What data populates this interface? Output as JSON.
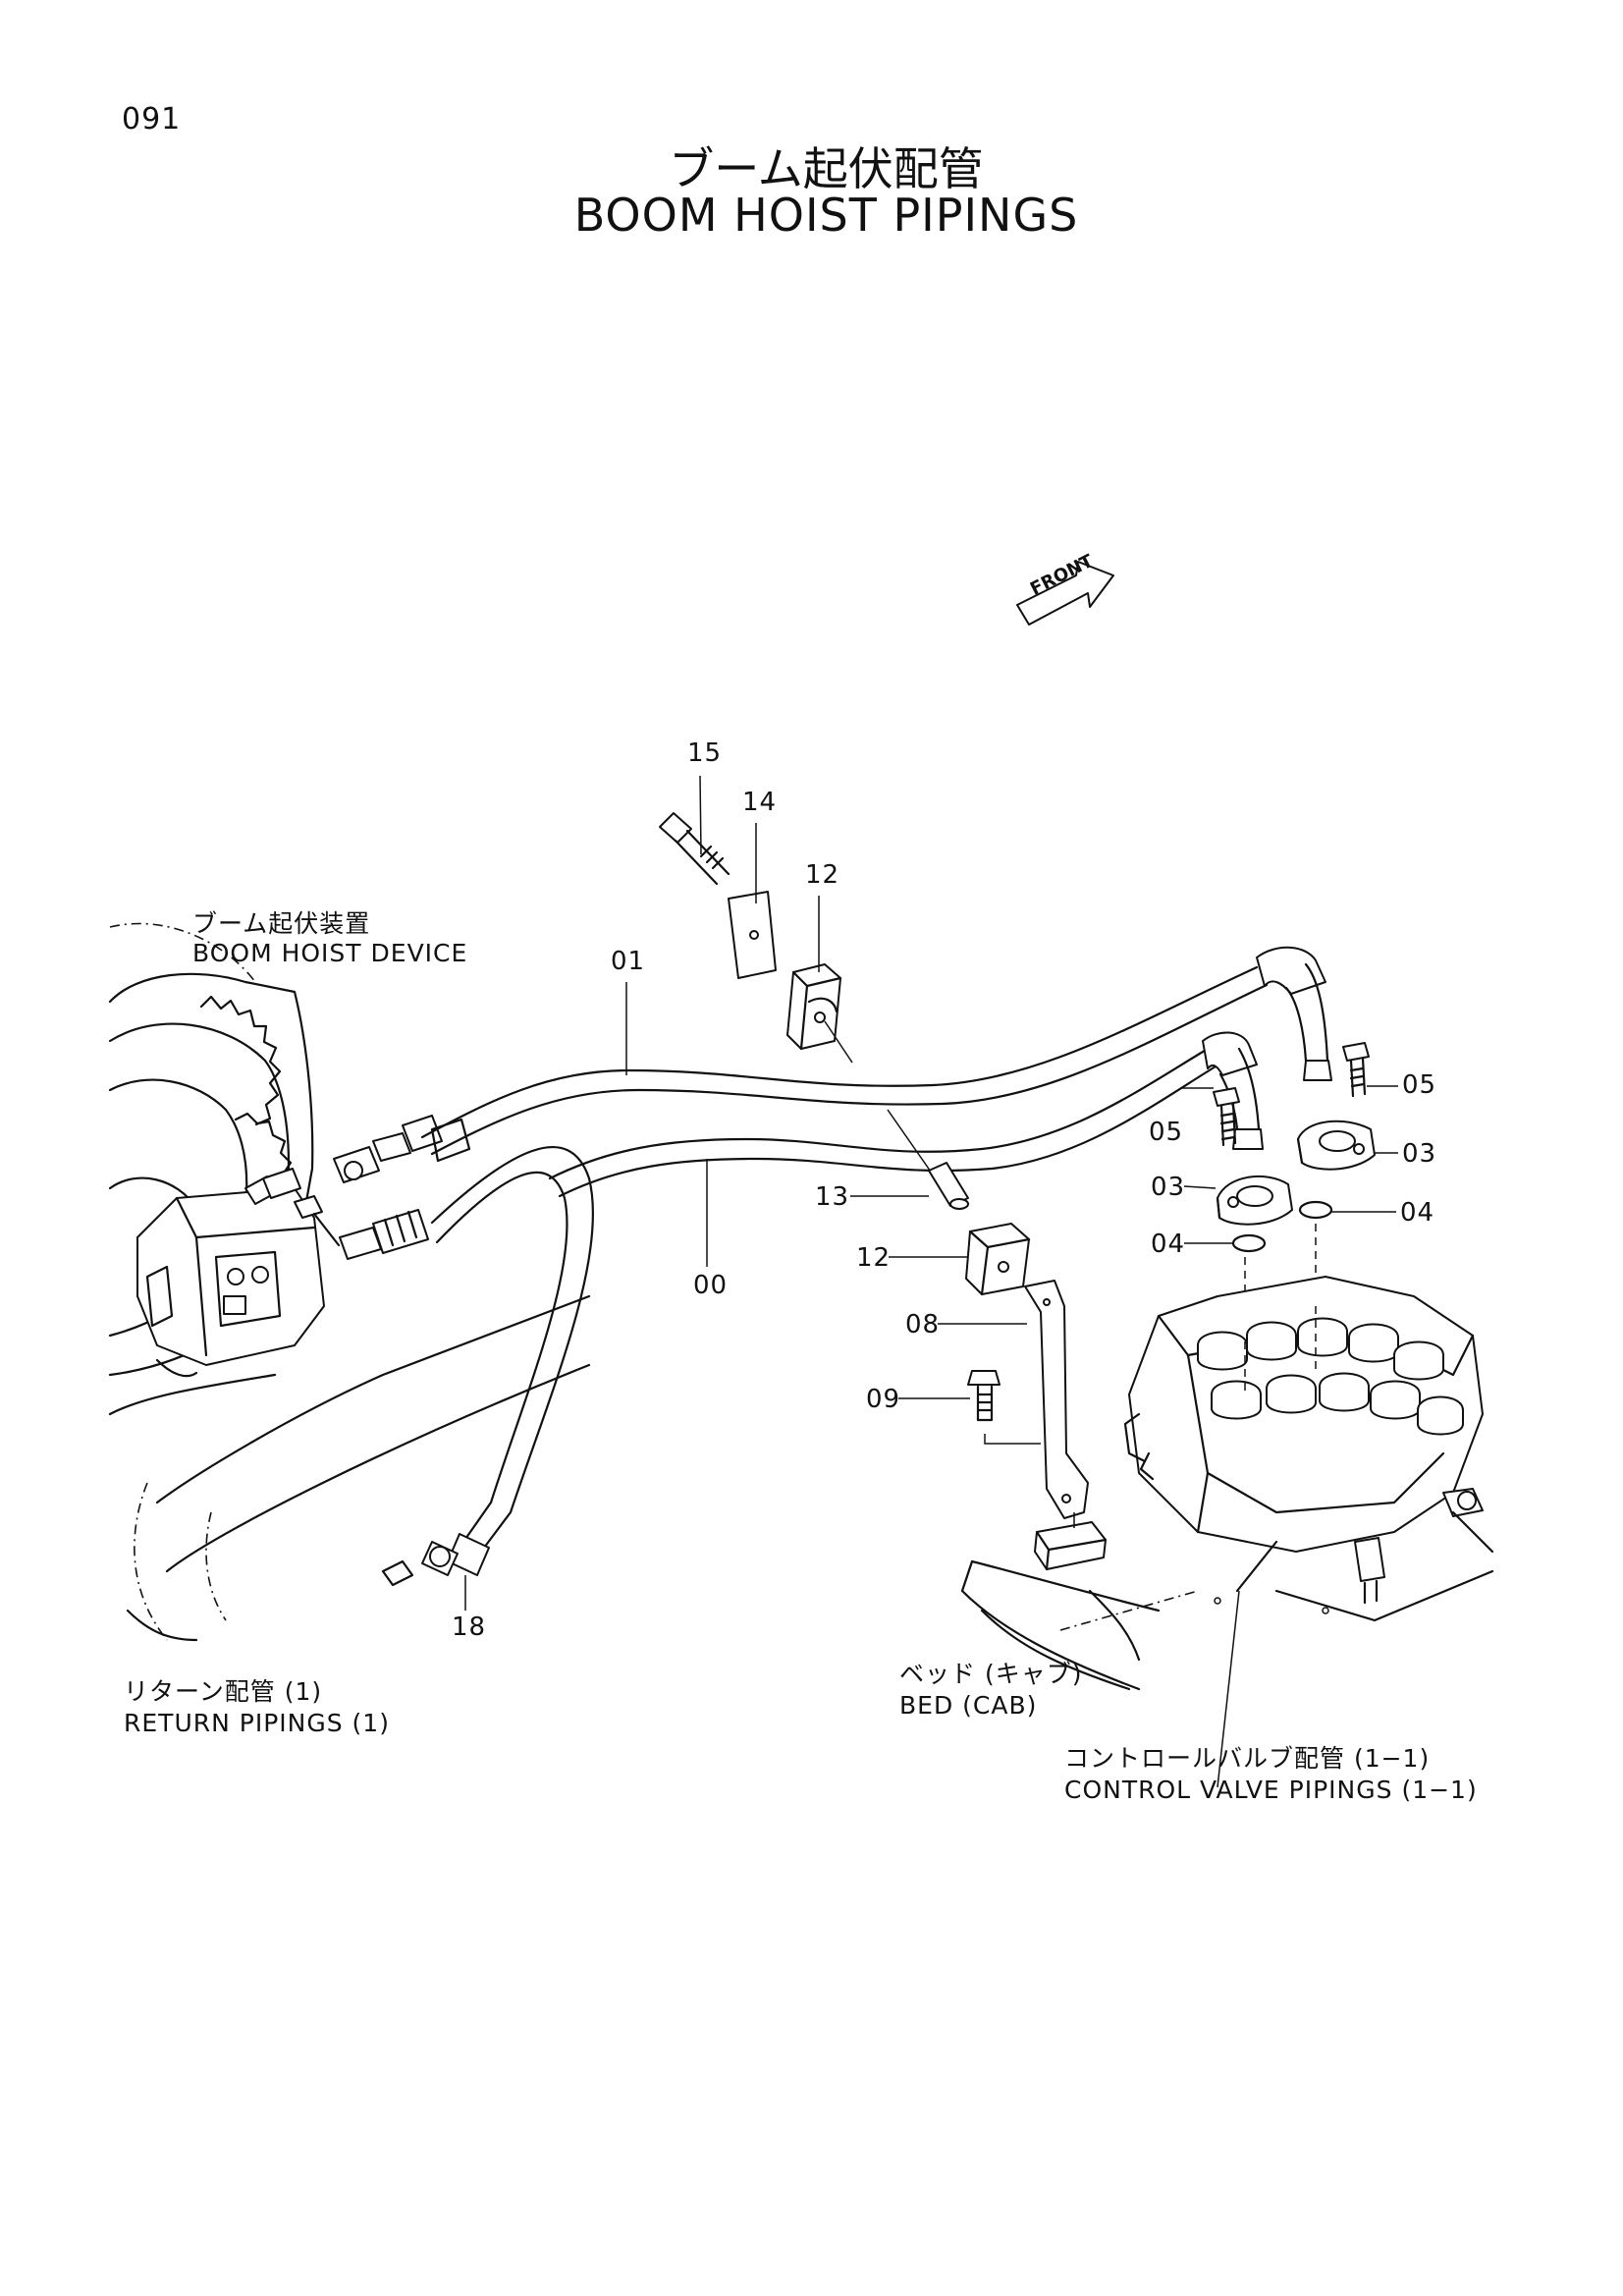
{
  "page_number": "091",
  "title_jp": "ブーム起伏配管",
  "title_en": "BOOM HOIST PIPINGS",
  "front_arrow_label": "FRONT",
  "callouts": {
    "boom_hoist_device_jp": "ブーム起伏装置",
    "boom_hoist_device_en": "BOOM HOIST DEVICE",
    "return_pipings_jp": "リターン配管 (1)",
    "return_pipings_en": "RETURN PIPINGS (1)",
    "bed_jp": "ベッド (キャブ)",
    "bed_en": "BED (CAB)",
    "control_valve_jp": "コントロールバルブ配管 (1−1)",
    "control_valve_en": "CONTROL VALVE PIPINGS (1−1)"
  },
  "part_numbers": {
    "p15": "15",
    "p14": "14",
    "p12_top": "12",
    "p01": "01",
    "p00": "00",
    "p13": "13",
    "p12_bottom": "12",
    "p08": "08",
    "p09": "09",
    "p05_right": "05",
    "p05_left": "05",
    "p03_right": "03",
    "p03_left": "03",
    "p04_right": "04",
    "p04_left": "04",
    "p18": "18"
  }
}
